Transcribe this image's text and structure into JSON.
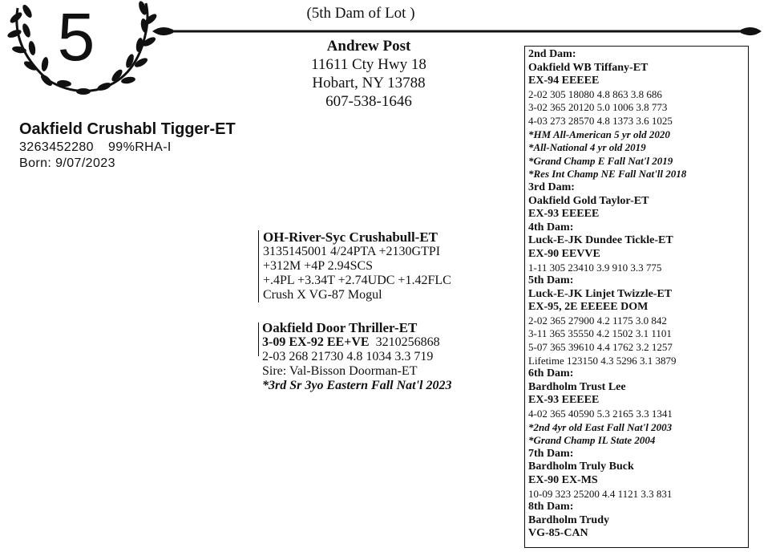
{
  "lot": {
    "number": "5",
    "dam_of_lot": "(5th Dam of Lot )"
  },
  "owner": {
    "name": "Andrew Post",
    "street": "11611 Cty Hwy 18",
    "city": "Hobart, NY 13788",
    "phone": "607-538-1646"
  },
  "animal": {
    "name": "Oakfield Crushabl Tigger-ET",
    "registration": "3263452280",
    "breed": "99%RHA-I",
    "born": "Born:  9/07/2023"
  },
  "sire": {
    "name": "OH-River-Syc Crushabull-ET",
    "line1": "3135145001  4/24PTA +2130GTPI",
    "line2": "+312M +4P 2.94SCS",
    "line3": "+.4PL +3.34T +2.74UDC +1.42FLC",
    "line4": "Crush X VG-87 Mogul"
  },
  "dam": {
    "name": "Oakfield Door Thriller-ET",
    "classification": "3-09 EX-92  EE+VE",
    "registration": "3210256868",
    "record": "2-03 268 21730 4.8 1034 3.3 719",
    "sire": "Sire: Val-Bisson Doorman-ET",
    "award": "*3rd Sr 3yo Eastern Fall Nat'l 2023"
  },
  "pedigree": [
    {
      "label": "2nd Dam:",
      "name": "Oakfield WB Tiffany-ET",
      "classification": "EX-94  EEEEE",
      "records": [
        "2-02 305 18080 4.8 863 3.8 686",
        "3-02 365 20120 5.0 1006 3.8 773",
        "4-03 273 28570 4.8 1373 3.6 1025"
      ],
      "awards": [
        "*HM All-American  5 yr old 2020",
        "*All-National 4 yr old 2019",
        "*Grand Champ E Fall Nat'l 2019",
        "*Res Int Champ NE Fall Nat'll 2018"
      ]
    },
    {
      "label": "3rd Dam:",
      "name": "Oakfield Gold Taylor-ET",
      "classification": "EX-93  EEEEE",
      "records": [],
      "awards": []
    },
    {
      "label": "4th Dam:",
      "name": "Luck-E-JK Dundee Tickle-ET",
      "classification": "EX-90  EEVVE",
      "records": [
        "1-11 305 23410 3.9 910 3.3 775"
      ],
      "awards": []
    },
    {
      "label": "5th Dam:",
      "name": "Luck-E-JK Linjet Twizzle-ET",
      "classification": "EX-95, 2E  EEEEE  DOM",
      "records": [
        "2-02 365 27900 4.2 1175 3.0 842",
        "3-11 365 35550 4.2 1502 3.1 1101",
        "5-07 365 39610 4.4 1762 3.2 1257",
        "Lifetime 123150 4.3 5296 3.1 3879"
      ],
      "awards": []
    },
    {
      "label": "6th Dam:",
      "name": "Bardholm Trust Lee",
      "classification": "EX-93  EEEEE",
      "records": [
        "4-02 365 40590 5.3 2165 3.3 1341"
      ],
      "awards": [
        "*2nd 4yr old East Fall Nat'l 2003",
        "*Grand Champ IL State 2004"
      ]
    },
    {
      "label": "7th Dam:",
      "name": "Bardholm Truly Buck",
      "classification": "EX-90 EX-MS",
      "records": [
        "10-09 323 25200 4.4 1121 3.3 831"
      ],
      "awards": []
    },
    {
      "label": "8th Dam:",
      "name": "Bardholm Trudy",
      "classification": "VG-85-CAN",
      "records": [],
      "awards": []
    }
  ]
}
